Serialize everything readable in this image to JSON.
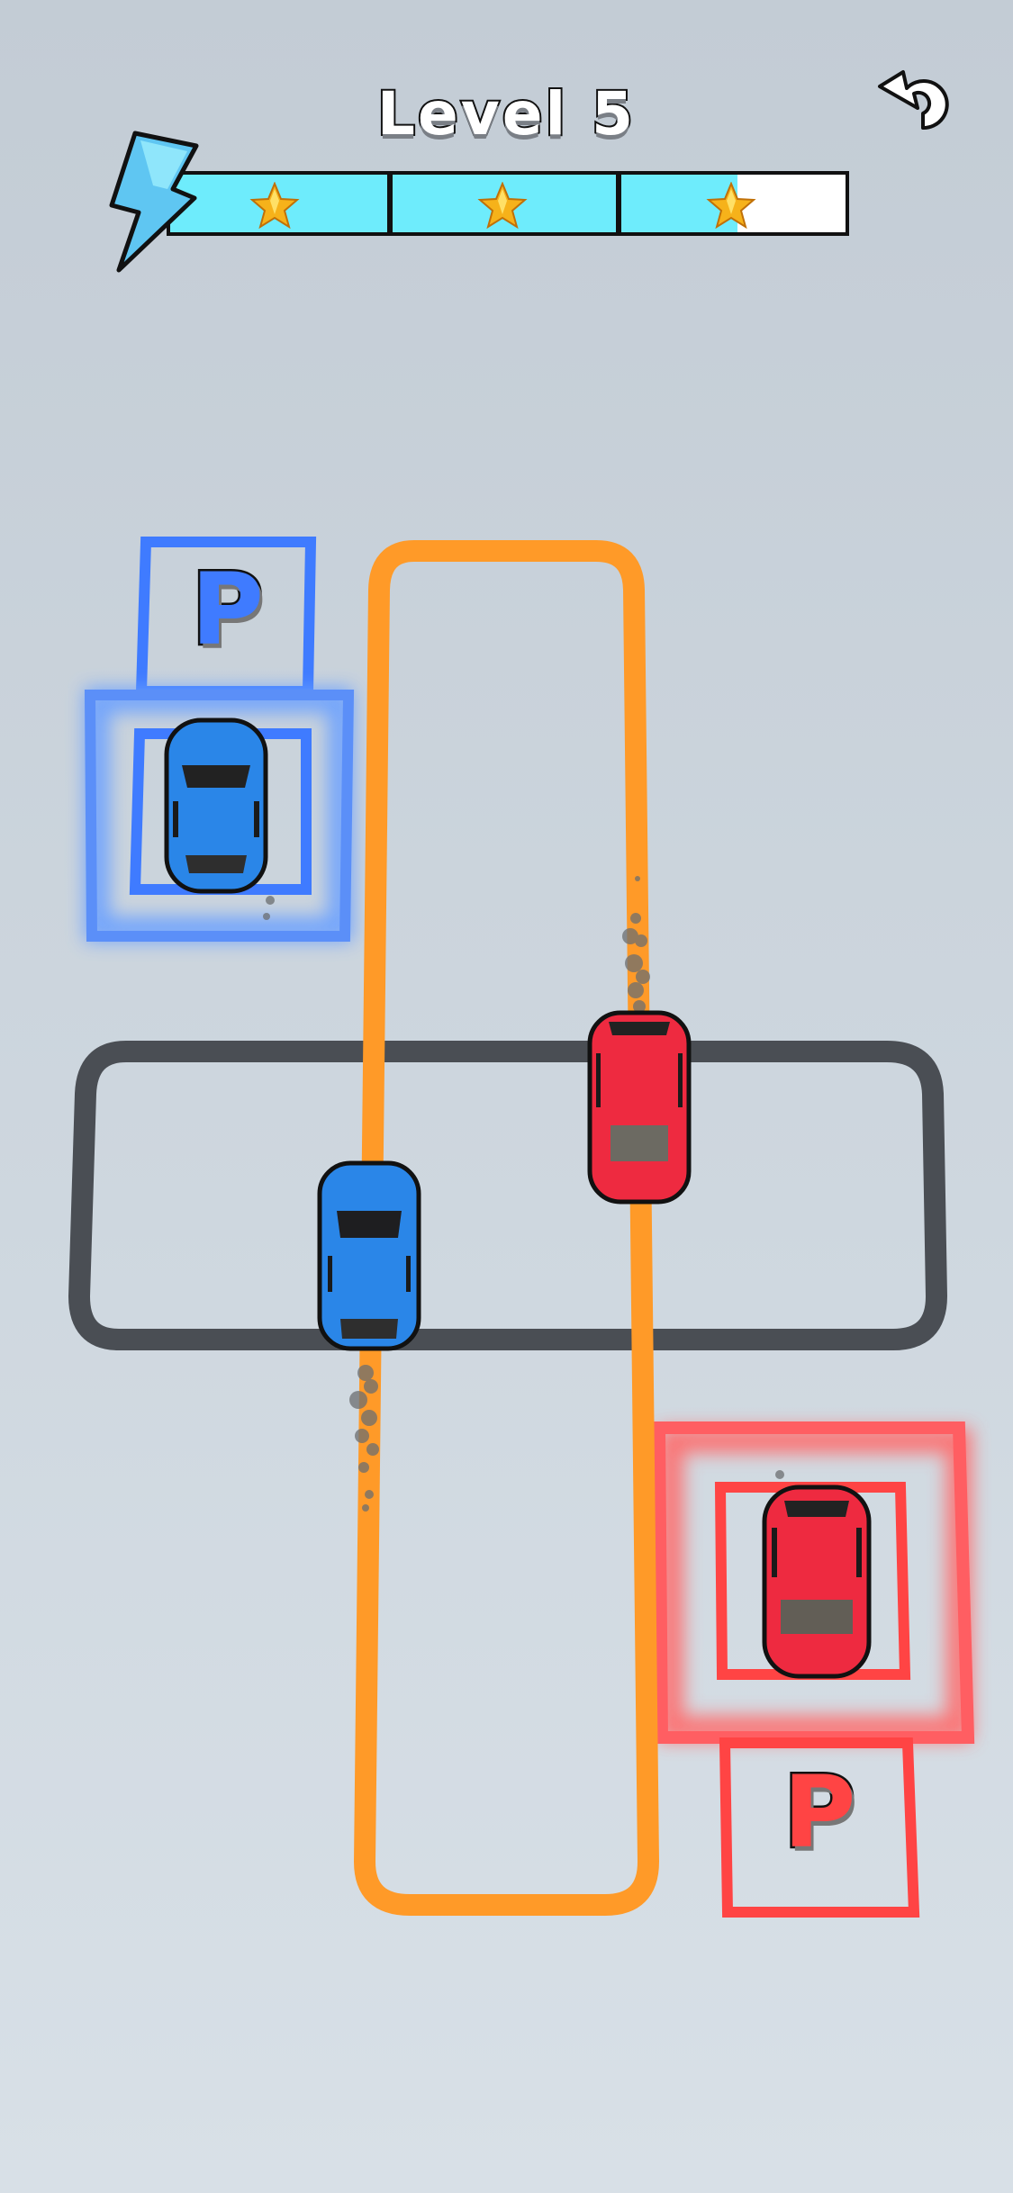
{
  "header": {
    "level_label": "Level 5",
    "restart_button": "restart-icon",
    "energy_icon": "lightning-bolt-icon"
  },
  "progress": {
    "segments": 3,
    "stars": [
      {
        "index": 1,
        "earned": true
      },
      {
        "index": 2,
        "earned": true
      },
      {
        "index": 3,
        "earned": true
      }
    ],
    "fill_percent": 84,
    "fill_color": "#6EECFC"
  },
  "board": {
    "paths": [
      {
        "name": "orange-path",
        "color": "#FF9A28"
      },
      {
        "name": "gray-path",
        "color": "#4A4E54"
      }
    ],
    "parking_spots": [
      {
        "color": "blue",
        "label": "P",
        "hex": "#3F7BFF"
      },
      {
        "color": "red",
        "label": "P",
        "hex": "#FF4444"
      }
    ],
    "cars": [
      {
        "color": "blue",
        "state": "parked",
        "hex": "#2A86E8"
      },
      {
        "color": "blue",
        "state": "moving",
        "hex": "#2A86E8"
      },
      {
        "color": "red",
        "state": "moving",
        "hex": "#EE2A40"
      },
      {
        "color": "red",
        "state": "parked",
        "hex": "#EE2A40"
      }
    ]
  }
}
